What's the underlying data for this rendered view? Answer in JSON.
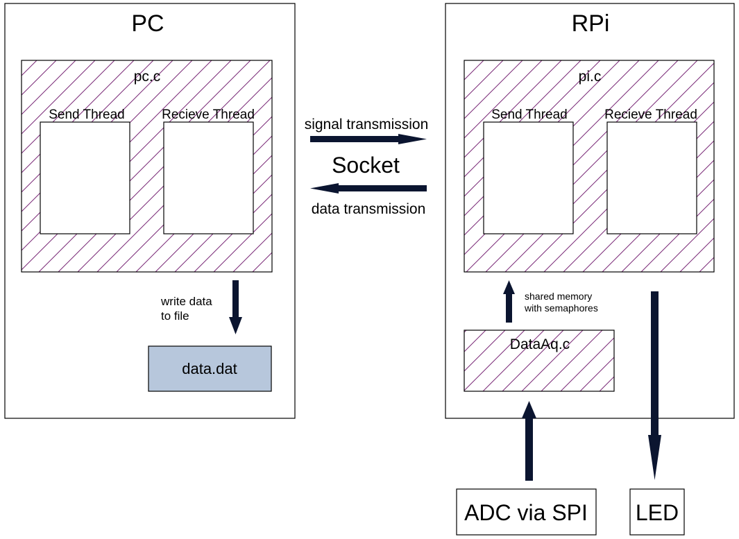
{
  "pc": {
    "title": "PC",
    "program": "pc.c",
    "send_thread": "Send Thread",
    "receive_thread": "Recieve Thread",
    "write_label_line1": "write data",
    "write_label_line2": "to file",
    "data_file": "data.dat"
  },
  "link": {
    "signal_label": "signal transmission",
    "socket_label": "Socket",
    "data_label": "data transmission"
  },
  "rpi": {
    "title": "RPi",
    "program": "pi.c",
    "send_thread": "Send Thread",
    "receive_thread": "Recieve Thread",
    "shm_label_line1": "shared memory",
    "shm_label_line2": "with semaphores",
    "acquisition": "DataAq.c"
  },
  "devices": {
    "adc": "ADC via SPI",
    "led": "LED"
  },
  "colors": {
    "hatch": "#7a2a78",
    "arrow": "#0b1530",
    "file_fill": "#b7c7dc"
  }
}
